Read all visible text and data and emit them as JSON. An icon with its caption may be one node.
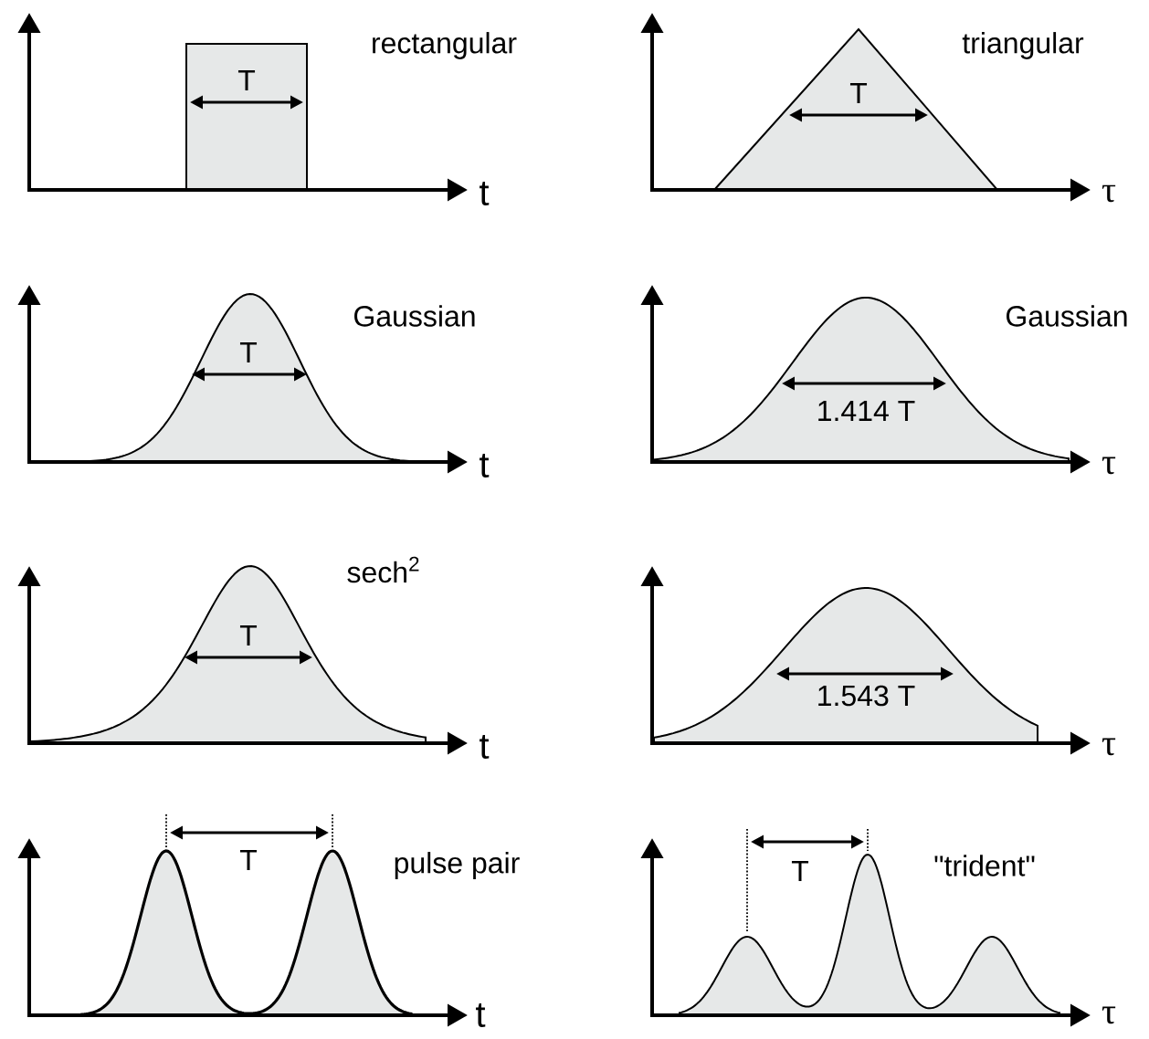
{
  "diagram": {
    "labels": [
      "rectangular",
      "T",
      "t",
      "triangular",
      "T",
      "τ",
      "Gaussian",
      "T",
      "t",
      "Gaussian",
      "1.414 T",
      "τ",
      "sech$^{2}$",
      "T",
      "t",
      "1.543 T",
      "τ",
      "pulse pair",
      "T",
      "t",
      "\"trident\"",
      "T",
      "τ"
    ]
  }
}
